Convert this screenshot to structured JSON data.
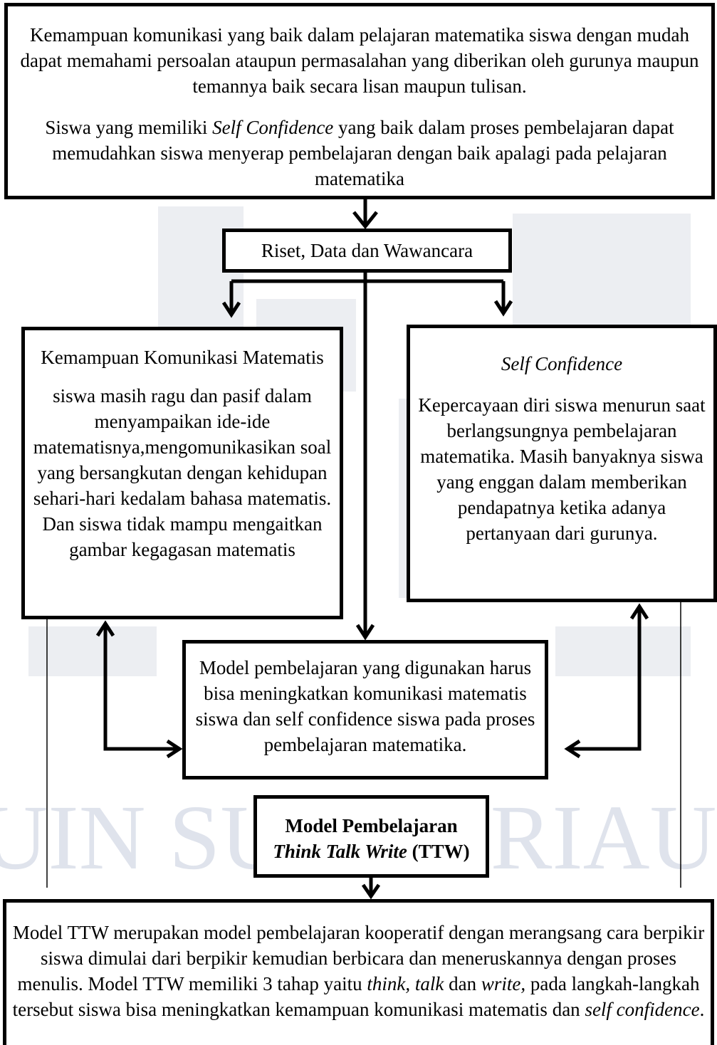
{
  "boxes": {
    "top": {
      "para1": "Kemampuan komunikasi yang baik dalam pelajaran matematika siswa dengan mudah dapat memahami persoalan ataupun permasalahan yang diberikan oleh gurunya maupun temannya baik secara lisan maupun tulisan.",
      "para2_pre": "Siswa yang memiliki ",
      "para2_em": "Self Confidence",
      "para2_post": " yang baik dalam proses pembelajaran dapat memudahkan siswa menyerap pembelajaran dengan baik apalagi pada pelajaran matematika"
    },
    "riset": "Riset, Data dan Wawancara",
    "komunikasi": {
      "title": "Kemampuan Komunikasi Matematis",
      "desc": "siswa masih ragu dan pasif dalam menyampaikan ide-ide matematisnya,mengomunikasikan soal yang bersangkutan dengan kehidupan sehari-hari kedalam bahasa matematis. Dan siswa tidak mampu mengaitkan gambar kegagasan matematis"
    },
    "self_confidence": {
      "title": "Self Confidence",
      "desc": "Kepercayaan diri siswa menurun saat berlangsungnya pembelajaran matematika. Masih banyaknya siswa yang enggan dalam memberikan pendapatnya ketika adanya pertanyaan dari gurunya."
    },
    "model": "Model pembelajaran yang digunakan harus bisa meningkatkan komunikasi matematis siswa dan self confidence siswa pada proses pembelajaran matematika.",
    "ttw": {
      "line1": "Model Pembelajaran",
      "line2_em": "Think Talk Write",
      "line2_post": " (TTW)"
    },
    "bottom": {
      "seg1": "Model TTW merupakan model pembelajaran kooperatif dengan merangsang cara berpikir siswa dimulai dari berpikir kemudian berbicara dan meneruskannya dengan proses menulis. Model TTW memiliki 3 tahap yaitu ",
      "seg2_em": "think, talk",
      "seg3": " dan ",
      "seg4_em": "write,",
      "seg5": " pada langkah-langkah tersebut siswa bisa meningkatkan kemampuan komunikasi matematis dan ",
      "seg6_em": "self confidence",
      "seg7": "."
    }
  },
  "watermark": {
    "text": "UIN SUSKA RIAU",
    "color": "#dfe3ec"
  }
}
